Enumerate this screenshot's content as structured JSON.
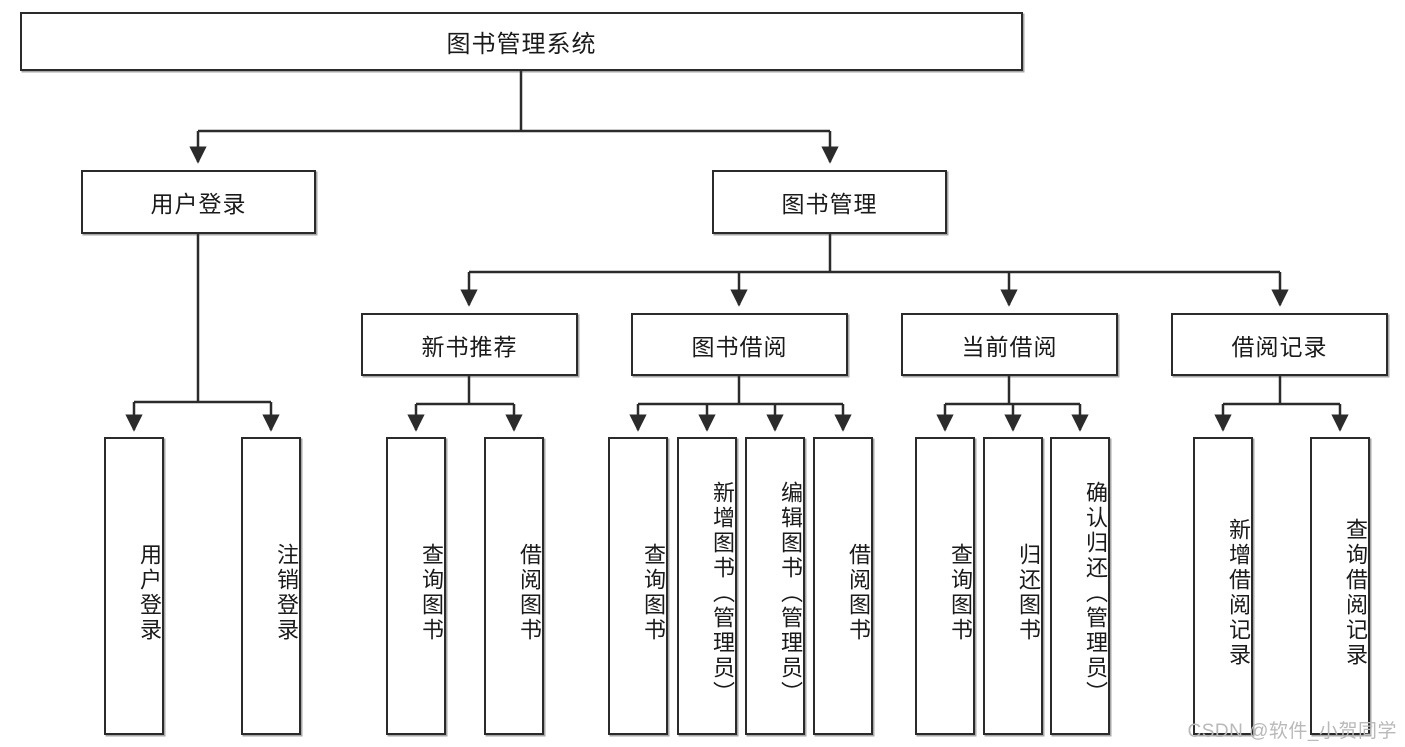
{
  "diagram": {
    "type": "tree-hierarchy-chart",
    "title": "图书管理系统",
    "watermark": "CSDN @软件_小贺同学",
    "colors": {
      "border": "#2b2b2b",
      "background": "#ffffff",
      "text": "#1a1a1a",
      "watermark": "#b9b9b9"
    },
    "root": {
      "label": "图书管理系统"
    },
    "level2": [
      {
        "id": "user-login",
        "label": "用户登录"
      },
      {
        "id": "book-manage",
        "label": "图书管理"
      }
    ],
    "level3": [
      {
        "id": "new-book-recommend",
        "label": "新书推荐"
      },
      {
        "id": "book-borrow",
        "label": "图书借阅"
      },
      {
        "id": "current-borrow",
        "label": "当前借阅"
      },
      {
        "id": "borrow-record",
        "label": "借阅记录"
      }
    ],
    "leaves": {
      "user_login": [
        {
          "id": "leaf-user-login",
          "label": "用户登录"
        },
        {
          "id": "leaf-logout-login",
          "label": "注销登录"
        }
      ],
      "new_book_recommend": [
        {
          "id": "leaf-query-book-1",
          "label": "查询图书"
        },
        {
          "id": "leaf-borrow-book-1",
          "label": "借阅图书"
        }
      ],
      "book_borrow": [
        {
          "id": "leaf-query-book-2",
          "label": "查询图书"
        },
        {
          "id": "leaf-add-book",
          "label": "新增图书（管理员）"
        },
        {
          "id": "leaf-edit-book",
          "label": "编辑图书（管理员）"
        },
        {
          "id": "leaf-borrow-book-2",
          "label": "借阅图书"
        }
      ],
      "current_borrow": [
        {
          "id": "leaf-query-book-3",
          "label": "查询图书"
        },
        {
          "id": "leaf-return-book",
          "label": "归还图书"
        },
        {
          "id": "leaf-confirm-return",
          "label": "确认归还（管理员）"
        }
      ],
      "borrow_record": [
        {
          "id": "leaf-add-record",
          "label": "新增借阅记录"
        },
        {
          "id": "leaf-query-record",
          "label": "查询借阅记录"
        }
      ]
    }
  }
}
